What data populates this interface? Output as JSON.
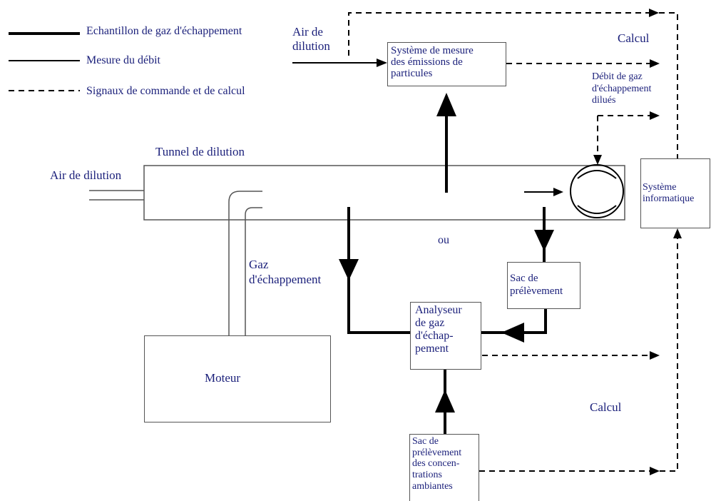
{
  "legend": {
    "exhaust_sample": "Echantillon de gaz d'échappement",
    "flow_measure": "Mesure du débit",
    "signals": "Signaux de commande et de calcul"
  },
  "labels": {
    "dilution_air_top": "Air de\ndilution",
    "dilution_air_left": "Air de dilution",
    "dilution_tunnel": "Tunnel de dilution",
    "exhaust_gas": "Gaz\nd'échappement",
    "or": "ou",
    "calc_top": "Calcul",
    "calc_bottom": "Calcul",
    "diluted_flow": "Débit de gaz\nd'échappement\ndilués"
  },
  "boxes": {
    "pm_system": "Système de mesure\ndes émissions de\nparticules",
    "computer": "Système\ninformatique",
    "sample_bag": "Sac de\nprélèvement",
    "analyzer": "Analyseur\nde gaz\nd'échap-\npement",
    "engine": "Moteur",
    "ambient_bag": "Sac de\nprélèvement\ndes concen-\ntrations\nambiantes"
  },
  "colors": {
    "text": "#1a1f7a",
    "line": "#000000",
    "border": "#555555"
  }
}
